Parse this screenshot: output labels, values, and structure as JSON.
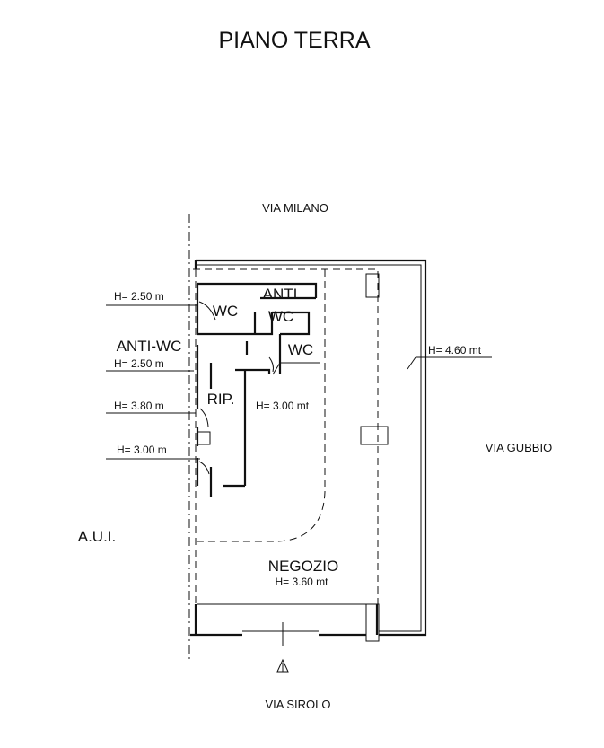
{
  "title": "PIANO TERRA",
  "streets": {
    "north": "VIA MILANO",
    "east": "VIA GUBBIO",
    "south": "VIA SIROLO"
  },
  "side_label": "A.U.I.",
  "rooms": {
    "anti": "ANTI",
    "wc_left": "WC",
    "wc_middle": "WC",
    "wc_right": "WC",
    "anti_wc": "ANTI-WC",
    "rip": "RIP.",
    "negozio": "NEGOZIO"
  },
  "heights": {
    "h_wc": "H= 2.50 m",
    "h_anti_wc": "H= 2.50 m",
    "h_rip": "H= 3.80 m",
    "h_corridor": "H= 3.00 m",
    "h_center": "H= 3.00 mt",
    "h_outer": "H= 4.60 mt",
    "h_negozio": "H= 3.60 mt"
  }
}
